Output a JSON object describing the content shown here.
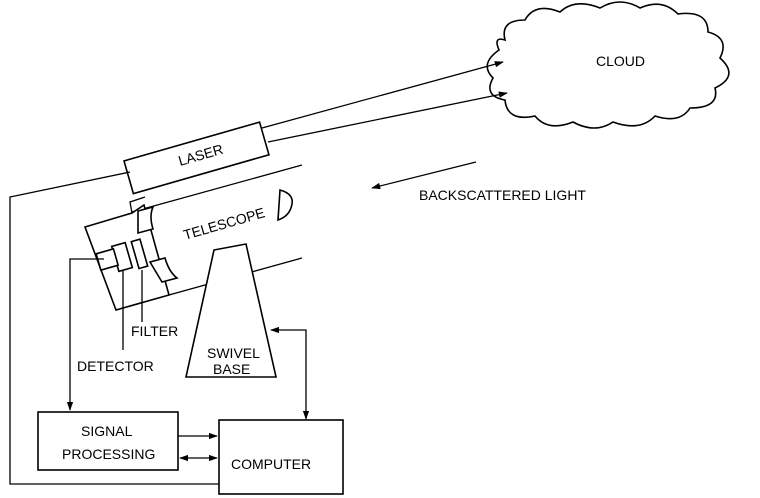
{
  "labels": {
    "cloud": "CLOUD",
    "laser": "LASER",
    "backscattered_light": "BACKSCATTERED LIGHT",
    "telescope": "TELESCOPE",
    "filter": "FILTER",
    "detector": "DETECTOR",
    "swivel_line1": "SWIVEL",
    "swivel_line2": "BASE",
    "signal_line1": "SIGNAL",
    "signal_line2": "PROCESSING",
    "computer": "COMPUTER"
  }
}
